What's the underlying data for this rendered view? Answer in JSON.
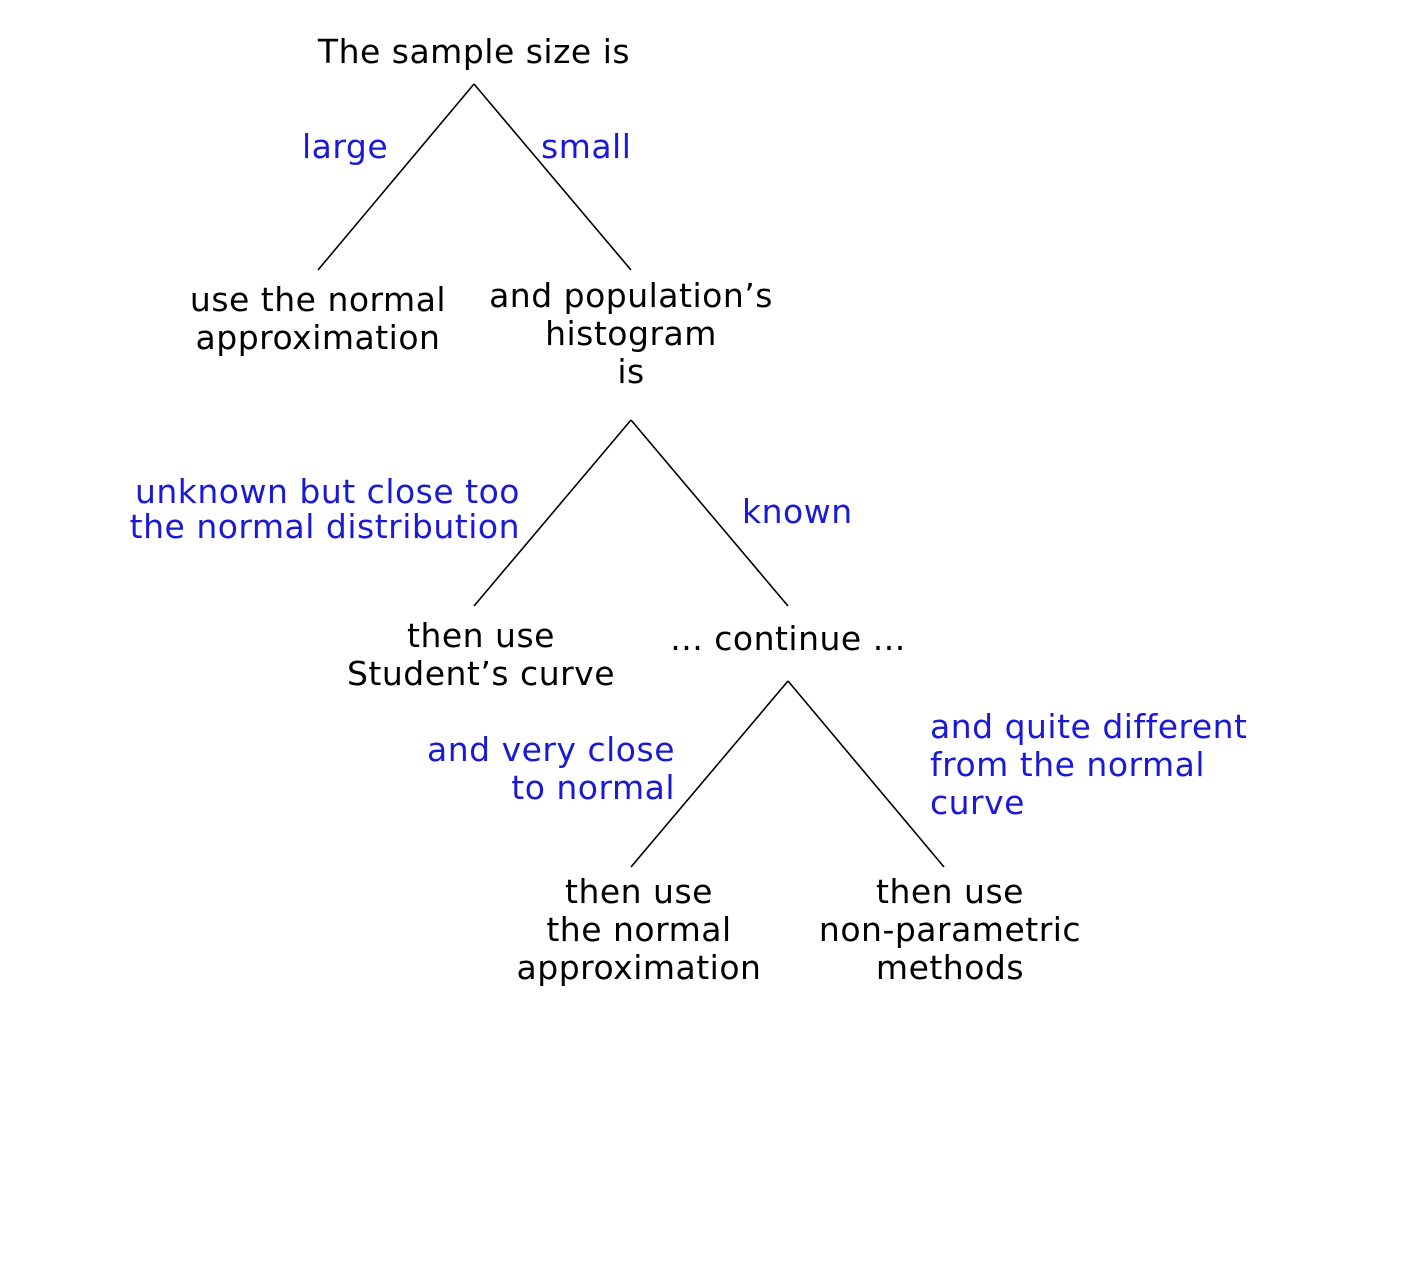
{
  "colors": {
    "node_text": "#000000",
    "branch_text": "#1a1ad6",
    "edge": "#000000"
  },
  "nodes": {
    "root": "The sample size is",
    "normal_approx_1": "use the normal\napproximation",
    "histogram": "and population’s\nhistogram\nis",
    "student": "then use\nStudent’s curve",
    "continue": "... continue ...",
    "normal_approx_2": "then use\nthe normal\napproximation",
    "nonparametric": "then use\nnon-parametric\nmethods"
  },
  "branches": {
    "large": "large",
    "small": "small",
    "unknown_close": "unknown but close too\nthe normal distribution",
    "known": "known",
    "very_close": "and very close\nto normal",
    "quite_different": "and quite different\nfrom the normal\ncurve"
  }
}
